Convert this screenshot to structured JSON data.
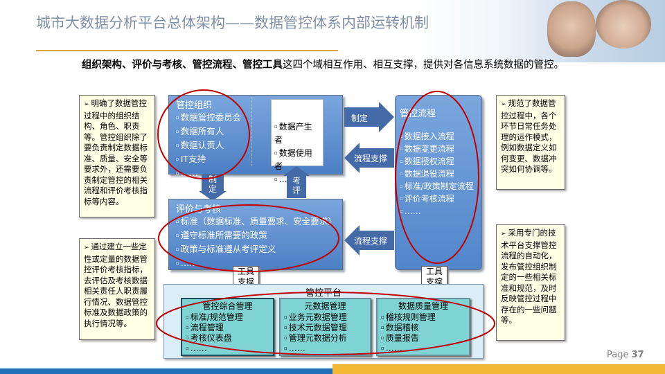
{
  "title": "城市大数据分析平台总体架构——数据管控体系内部运转机制",
  "intro": {
    "bold": "组织架构、评价与考核、管控流程、管控工具",
    "rest": "这四个域相互作用、相互支撑，提供对各信息系统数据的管控。"
  },
  "notes": {
    "left_top": "明确了数据管控过程中的组织结构、角色、职责等。管控组织除了要负责制定数据标准、质量、安全等要求外，还需要负责制定管控的相关流程和评价考核指标等内容。",
    "left_bottom": "通过建立一些定性或定量的数据管控评价考核指标，去评估及考核数据相关责任人职责履行情况、数据管控标准及数据政策的执行情况等。",
    "right_top": "规范了数据管控过程中，各个环节日常任务处理的运作模式，例如数据定义如何变更、数据冲突如何协调等。",
    "right_bottom": "采用专门的技术平台支撑管控流程的自动化，发布管控组织制定的一些相关标准和规范，及时反映管控过程中存在的一些问题等。"
  },
  "org": {
    "title": "管控组织",
    "items": [
      "数据管控委员会",
      "数据所有人",
      "数据认责人",
      "IT支持",
      "……"
    ],
    "roles": [
      "数据产生者",
      "数据使用者",
      "………"
    ]
  },
  "eval": {
    "title": "评价与考核",
    "items": [
      "标准（数据标准、质量要求、安全要求）",
      "遵守标准所需要的政策",
      "政策与标准遵从考评定义",
      "……"
    ]
  },
  "process": {
    "title": "管控流程",
    "items": [
      "数据接入流程",
      "数据变更流程",
      "数据授权流程",
      "数据退役流程",
      "标准/政策制定流程",
      "评价考核流程",
      "……"
    ]
  },
  "arrows": {
    "define": "制定",
    "support1": "流程支撑",
    "support2": "流程支撑",
    "define_v1": "制",
    "define_v2": "定",
    "assess_v1": "考",
    "assess_v2": "评"
  },
  "tools": {
    "left1": "工具",
    "left2": "支撑",
    "right1": "工具",
    "right2": "支撑"
  },
  "platform": {
    "title": "管控平台",
    "modules": [
      {
        "title": "管控综合管理",
        "items": [
          "标准/规范管理",
          "流程管理",
          "考核仪表盘",
          "……"
        ]
      },
      {
        "title": "元数据管理",
        "items": [
          "业务元数据管理",
          "技术元数据管理",
          "管理元数据分析",
          "……"
        ]
      },
      {
        "title": "数据质量管理",
        "items": [
          "稽核规则管理",
          "数据稽核",
          "质量报告",
          "……"
        ]
      }
    ]
  },
  "page": {
    "label": "Page",
    "number": "37"
  },
  "colors": {
    "accent_red": "#c00000",
    "box_blue": "#5b8fd0",
    "teal": "#7fd3d3",
    "note_bg": "#ffffe6"
  }
}
